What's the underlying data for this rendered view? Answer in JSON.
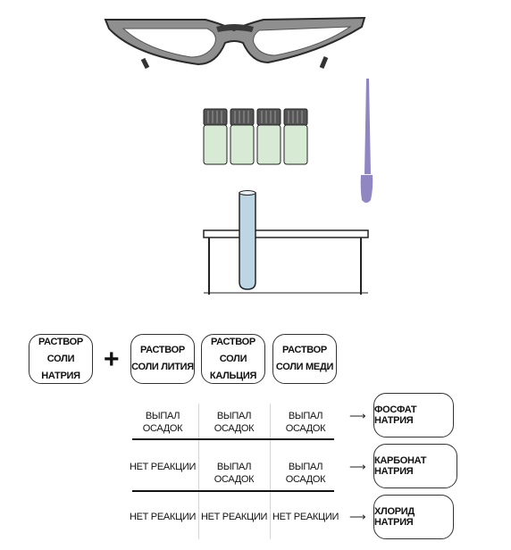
{
  "equipment": {
    "glasses_icon": "safety-glasses",
    "vials_icon": "reagent-vials",
    "pipette_icon": "pipette",
    "test_tube_icon": "test-tube-in-rack",
    "colors": {
      "frame": "#8f8f8f",
      "vial": "#d6ead4",
      "pipette": "#8f86c2",
      "tube": "#bcd6e6"
    }
  },
  "reagent": {
    "line1": "РАСТВОР",
    "line2": "СОЛИ НАТРИЯ"
  },
  "plus": "+",
  "salts": [
    {
      "line1": "РАСТВОР",
      "line2": "СОЛИ ЛИТИЯ"
    },
    {
      "line1": "РАСТВОР",
      "line2": "СОЛИ КАЛЬЦИЯ"
    },
    {
      "line1": "РАСТВОР",
      "line2": "СОЛИ МЕДИ"
    }
  ],
  "rows": [
    {
      "cells": [
        "ВЫПАЛ ОСАДОК",
        "ВЫПАЛ ОСАДОК",
        "ВЫПАЛ ОСАДОК"
      ],
      "arrow": "⟶",
      "result": "ФОСФАТ НАТРИЯ"
    },
    {
      "cells": [
        "НЕТ РЕАКЦИИ",
        "ВЫПАЛ ОСАДОК",
        "ВЫПАЛ ОСАДОК"
      ],
      "arrow": "⟶",
      "result": "КАРБОНАТ НАТРИЯ"
    },
    {
      "cells": [
        "НЕТ РЕАКЦИИ",
        "НЕТ РЕАКЦИИ",
        "НЕТ РЕАКЦИИ"
      ],
      "arrow": "⟶",
      "result": "ХЛОРИД НАТРИЯ"
    }
  ]
}
